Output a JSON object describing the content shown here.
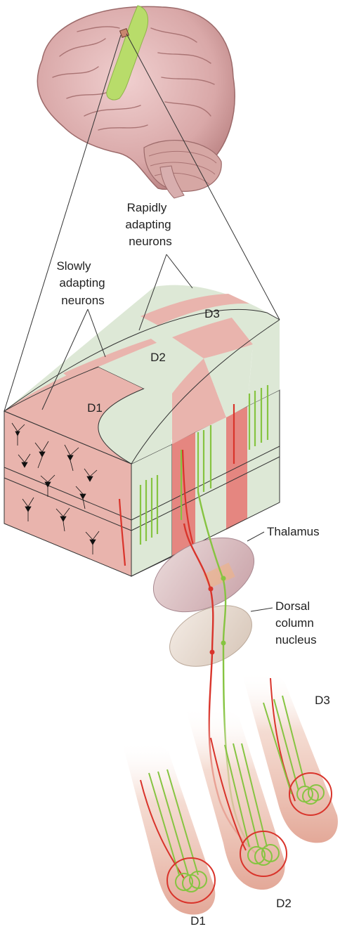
{
  "labels": {
    "rapidly": [
      "Rapidly",
      "adapting",
      "neurons"
    ],
    "slowly": [
      "Slowly",
      "adapting",
      "neurons"
    ],
    "thalamus": "Thalamus",
    "dorsal": [
      "Dorsal",
      "column",
      "nucleus"
    ],
    "cortex_d1": "D1",
    "cortex_d2": "D2",
    "cortex_d3": "D3",
    "finger_d1": "D1",
    "finger_d2": "D2",
    "finger_d3": "D3"
  },
  "colors": {
    "brain": "#d9a8a8",
    "gyrus_green": "#b8dc6a",
    "slow_band": "#e9b4ad",
    "rapid_band": "#dde8d6",
    "slow_fiber": "#d9342b",
    "rapid_fiber": "#86c441",
    "thalamus": "#d9bcc0",
    "dorsal_nucleus": "#e4d6cc",
    "finger": "#e8b7a8"
  },
  "icons": [
    "brain-icon",
    "neuron-icon",
    "fingertip-icon"
  ]
}
